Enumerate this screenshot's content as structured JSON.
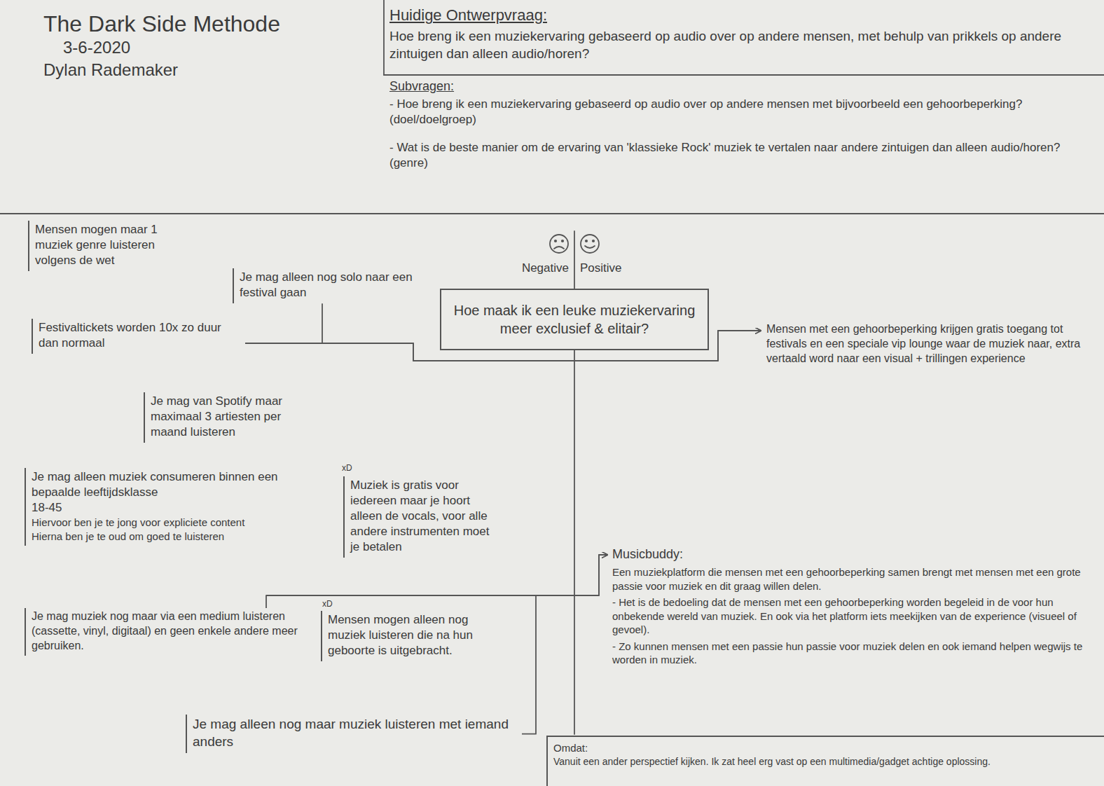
{
  "diagram": {
    "title": "The Dark Side Methode",
    "nodes": [
      {
        "text": [
          "Mensen mogen maar 1 muziek genre luisteren volgens de wet"
        ]
      },
      {
        "text": [
          "Je mag alleen nog solo naar een festival gaan"
        ]
      },
      {
        "text": [
          "Hoe maak ik een leuke muziekervaring meer exclusief & elitair?"
        ]
      },
      {
        "text": [
          "Mensen met een gehoorbeperking krijgen gratis toegang tot festivals en een speciale vip lounge waar de muziek naar, extra vertaald word naar een visual + trillingen experience"
        ]
      },
      {
        "text": [
          "Festivaltickets worden 10x zo duur dan normaal"
        ]
      },
      {
        "text": [
          "Je mag van Spotify maar maximaal 3 artiesten per maand luisteren"
        ]
      },
      {
        "text": [
          "Je mag alleen muziek consumeren binnen een bepaalde leeftijdsklasse",
          "18-45",
          "Hiervoor ben je te jong voor expliciete content",
          "Hierna ben je te oud om goed te luisteren"
        ]
      },
      {
        "text": [
          "Muziek is gratis voor iedereen maar je hoort alleen de vocals, voor alle andere instrumenten moet je betalen"
        ]
      },
      {
        "text": [
          "Je mag muziek nog maar via een medium luisteren (cassette, vinyl, digitaal) en geen enkele andere meer gebruiken."
        ]
      },
      {
        "text": [
          "Mensen mogen alleen nog muziek luisteren die na hun geboorte is uitgebracht."
        ]
      },
      {
        "text": [
          "Musicbuddy:",
          "Een muziekplatform die mensen met een gehoorbeperking samen brengt met mensen met een grote passie voor muziek en dit graag willen delen.",
          "- Het is de bedoeling dat de mensen met een gehoorbeperking worden begeleid in de voor hun onbekende wereld van muziek. En ook via het platform iets meekijken van de experience (visueel of gevoel).",
          "- Zo kunnen mensen met een passie hun passie voor muziek delen en ook iemand helpen wegwijs te worden in muziek."
        ]
      },
      {
        "text": [
          "Je mag alleen nog maar muziek luisteren met iemand anders"
        ]
      },
      {
        "text": [
          "Omdat:",
          "Vanuit een ander perspectief kijken. Ik zat heel erg vast op een multimedia/gadget achtige oplossing."
        ]
      }
    ],
    "edges": [
      {
        "from": 4,
        "to": 3,
        "arrow": "to"
      },
      {
        "from": 1,
        "to": 3,
        "arrow": "to"
      },
      {
        "from": 8,
        "to": 10,
        "arrow": "to"
      },
      {
        "from": 11,
        "to": 10,
        "arrow": "to"
      }
    ],
    "labels": [
      "3-6-2020",
      "Dylan Rademaker",
      "Huidige Ontwerpvraag:",
      "Hoe breng ik een muziekervaring gebaseerd op audio over op andere mensen, met behulp van prikkels op andere zintuigen dan alleen audio/horen?",
      "Subvragen:",
      "- Hoe breng ik een muziekervaring gebaseerd op audio over op andere mensen met bijvoorbeeld een gehoorbeperking? (doel/doelgroep)",
      "- Wat is de beste manier om de ervaring van 'klassieke Rock' muziek te vertalen naar andere zintuigen dan alleen audio/horen? (genre)",
      "Negative",
      "Positive",
      "xD",
      "xD"
    ]
  }
}
